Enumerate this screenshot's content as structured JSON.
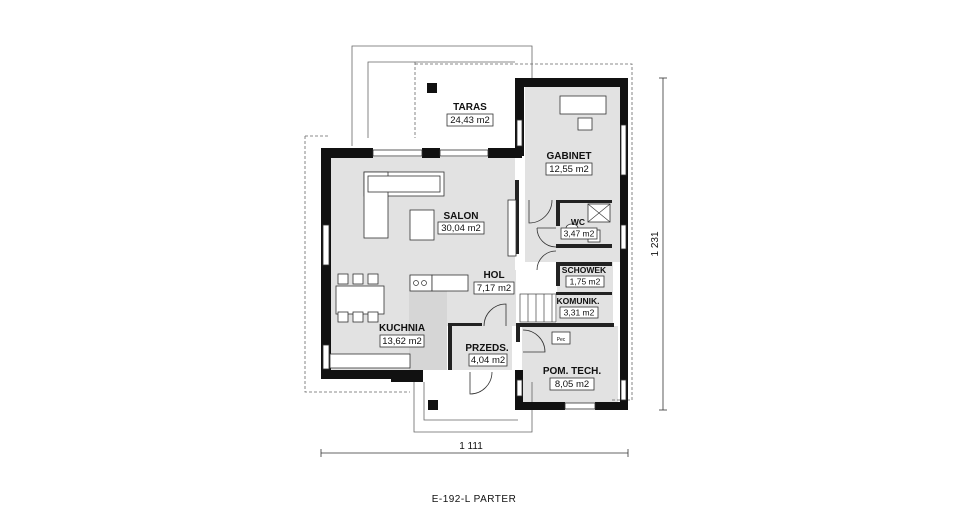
{
  "plan": {
    "caption": "E-192-L PARTER",
    "dim_width": "1 111",
    "dim_height": "1 231"
  },
  "rooms": [
    {
      "id": "taras",
      "name": "TARAS",
      "area": "24,43 m2"
    },
    {
      "id": "gabinet",
      "name": "GABINET",
      "area": "12,55 m2"
    },
    {
      "id": "salon",
      "name": "SALON",
      "area": "30,04 m2"
    },
    {
      "id": "wc",
      "name": "WC",
      "area": "3,47 m2"
    },
    {
      "id": "hol",
      "name": "HOL",
      "area": "7,17 m2"
    },
    {
      "id": "schowek",
      "name": "SCHOWEK",
      "area": "1,75 m2"
    },
    {
      "id": "komunik",
      "name": "KOMUNIK.",
      "area": "3,31 m2"
    },
    {
      "id": "kuchnia",
      "name": "KUCHNIA",
      "area": "13,62 m2"
    },
    {
      "id": "przeds",
      "name": "PRZEDS.",
      "area": "4,04 m2"
    },
    {
      "id": "pom_tech",
      "name": "POM. TECH.",
      "area": "8,05 m2"
    }
  ],
  "fixtures": {
    "boiler_label": "Pec"
  }
}
